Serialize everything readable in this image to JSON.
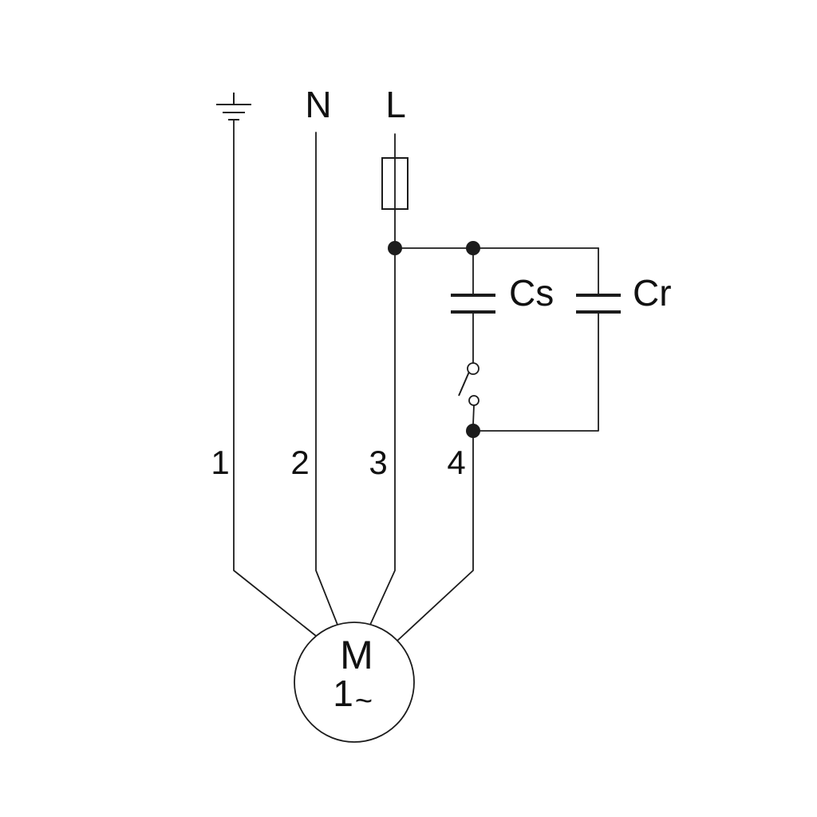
{
  "diagram": {
    "labels": {
      "neutral": "N",
      "line": "L",
      "start_capacitor": "Cs",
      "run_capacitor": "Cr",
      "wire_1": "1",
      "wire_2": "2",
      "wire_3": "3",
      "wire_4": "4",
      "motor": "M",
      "motor_phase_number": "1",
      "motor_phase_tilde": "~"
    },
    "colors": {
      "stroke": "#1c1c1c",
      "background": "#ffffff"
    }
  }
}
